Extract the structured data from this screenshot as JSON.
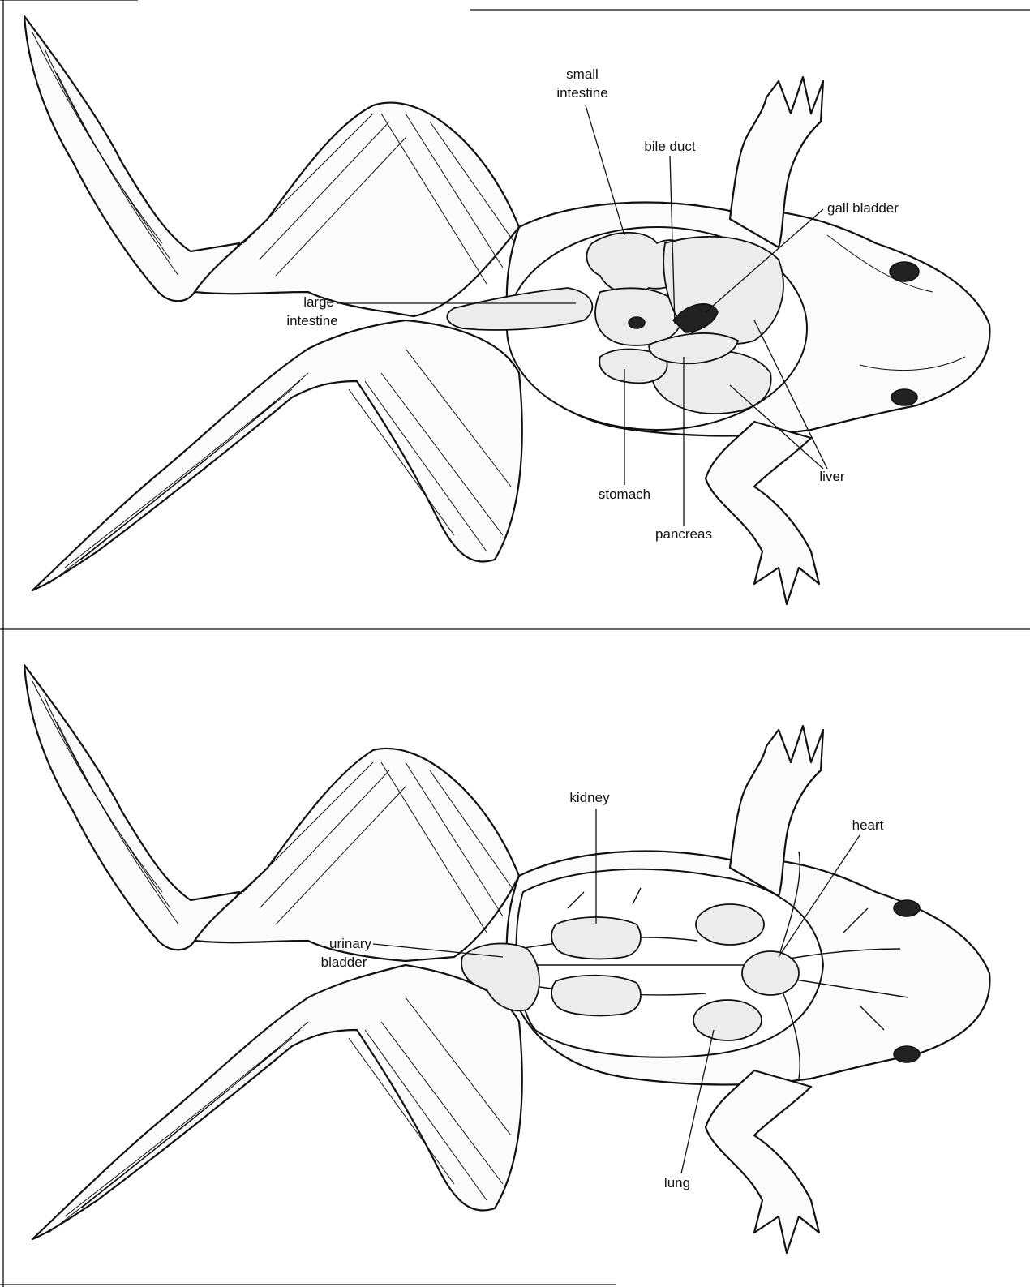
{
  "top_panel": {
    "labels": {
      "small_intestine_1": "small",
      "small_intestine_2": "intestine",
      "bile_duct": "bile duct",
      "gall_bladder": "gall bladder",
      "large_intestine_1": "large",
      "large_intestine_2": "intestine",
      "liver": "liver",
      "stomach": "stomach",
      "pancreas": "pancreas"
    }
  },
  "bottom_panel": {
    "labels": {
      "kidney": "kidney",
      "heart": "heart",
      "urinary_bladder_1": "urinary",
      "urinary_bladder_2": "bladder",
      "lung": "lung"
    }
  }
}
